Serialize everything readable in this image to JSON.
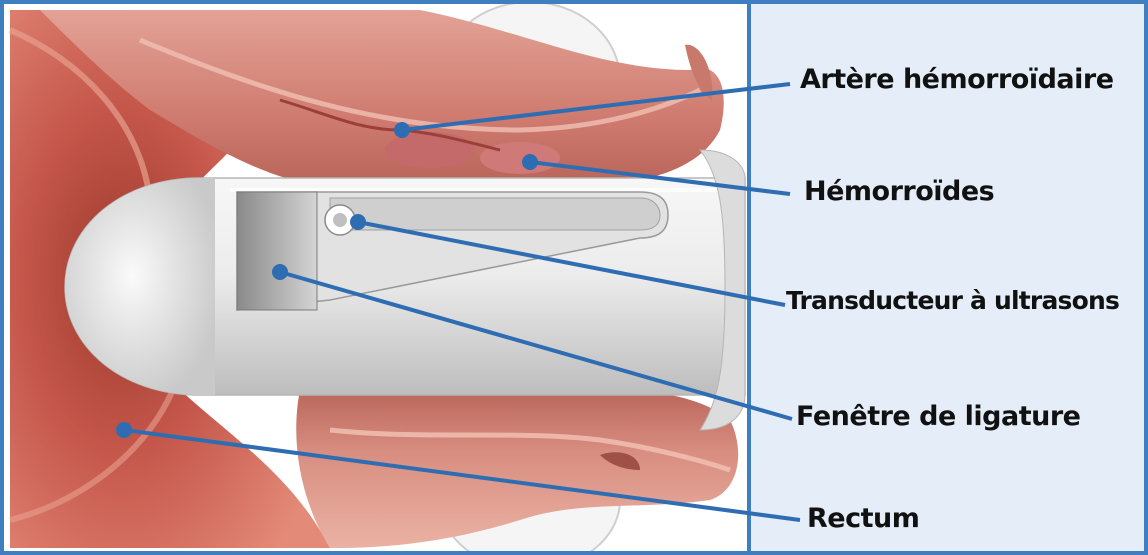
{
  "labels": {
    "artere": "Artère hémorroïdaire",
    "hemorroides": "Hémorroïdes",
    "transducteur": "Transducteur à ultrasons",
    "fenetre": "Fenêtre de ligature",
    "rectum": "Rectum"
  },
  "colors": {
    "frame": "#3f7ec0",
    "panel": "#e4edf8",
    "pointer": "#2f6db3",
    "tissue": "#d98c82",
    "probe": "#e9e9e9"
  }
}
